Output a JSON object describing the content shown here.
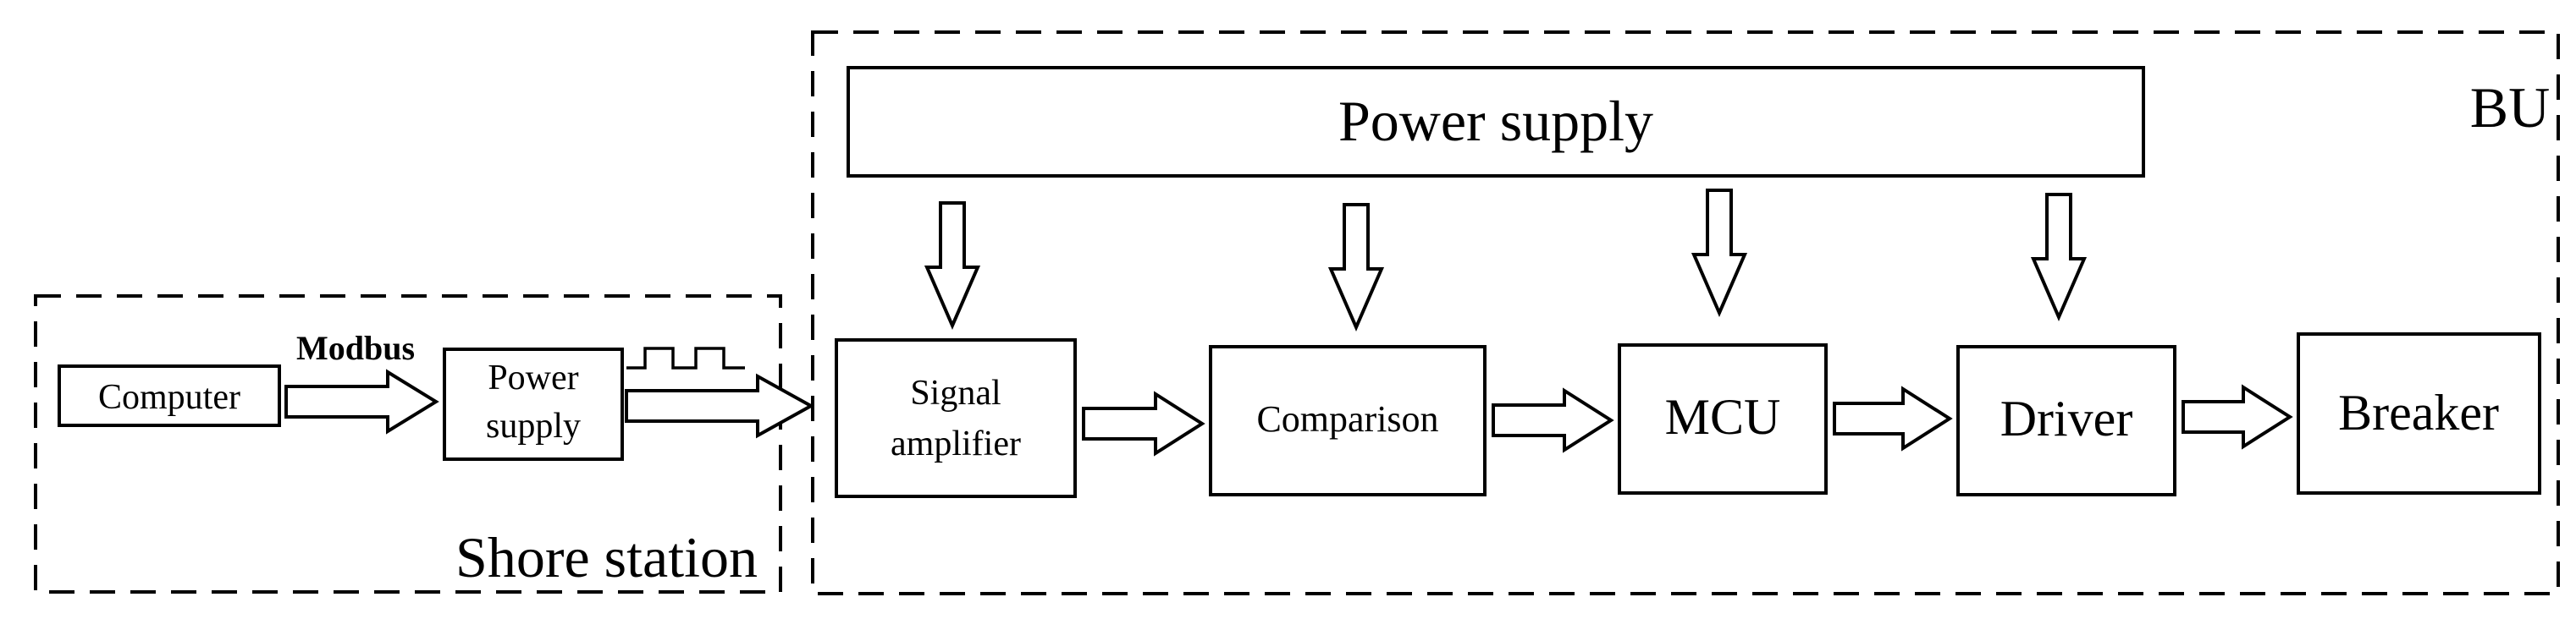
{
  "shore_station": {
    "label": "Shore station",
    "computer_label": "Computer",
    "link_label": "Modbus",
    "power_supply_line1": "Power",
    "power_supply_line2": "supply"
  },
  "bu": {
    "label": "BU",
    "power_supply_label": "Power supply",
    "signal_amplifier_line1": "Signal",
    "signal_amplifier_line2": "amplifier",
    "comparison_label": "Comparison",
    "mcu_label": "MCU",
    "driver_label": "Driver",
    "breaker_label": "Breaker"
  }
}
